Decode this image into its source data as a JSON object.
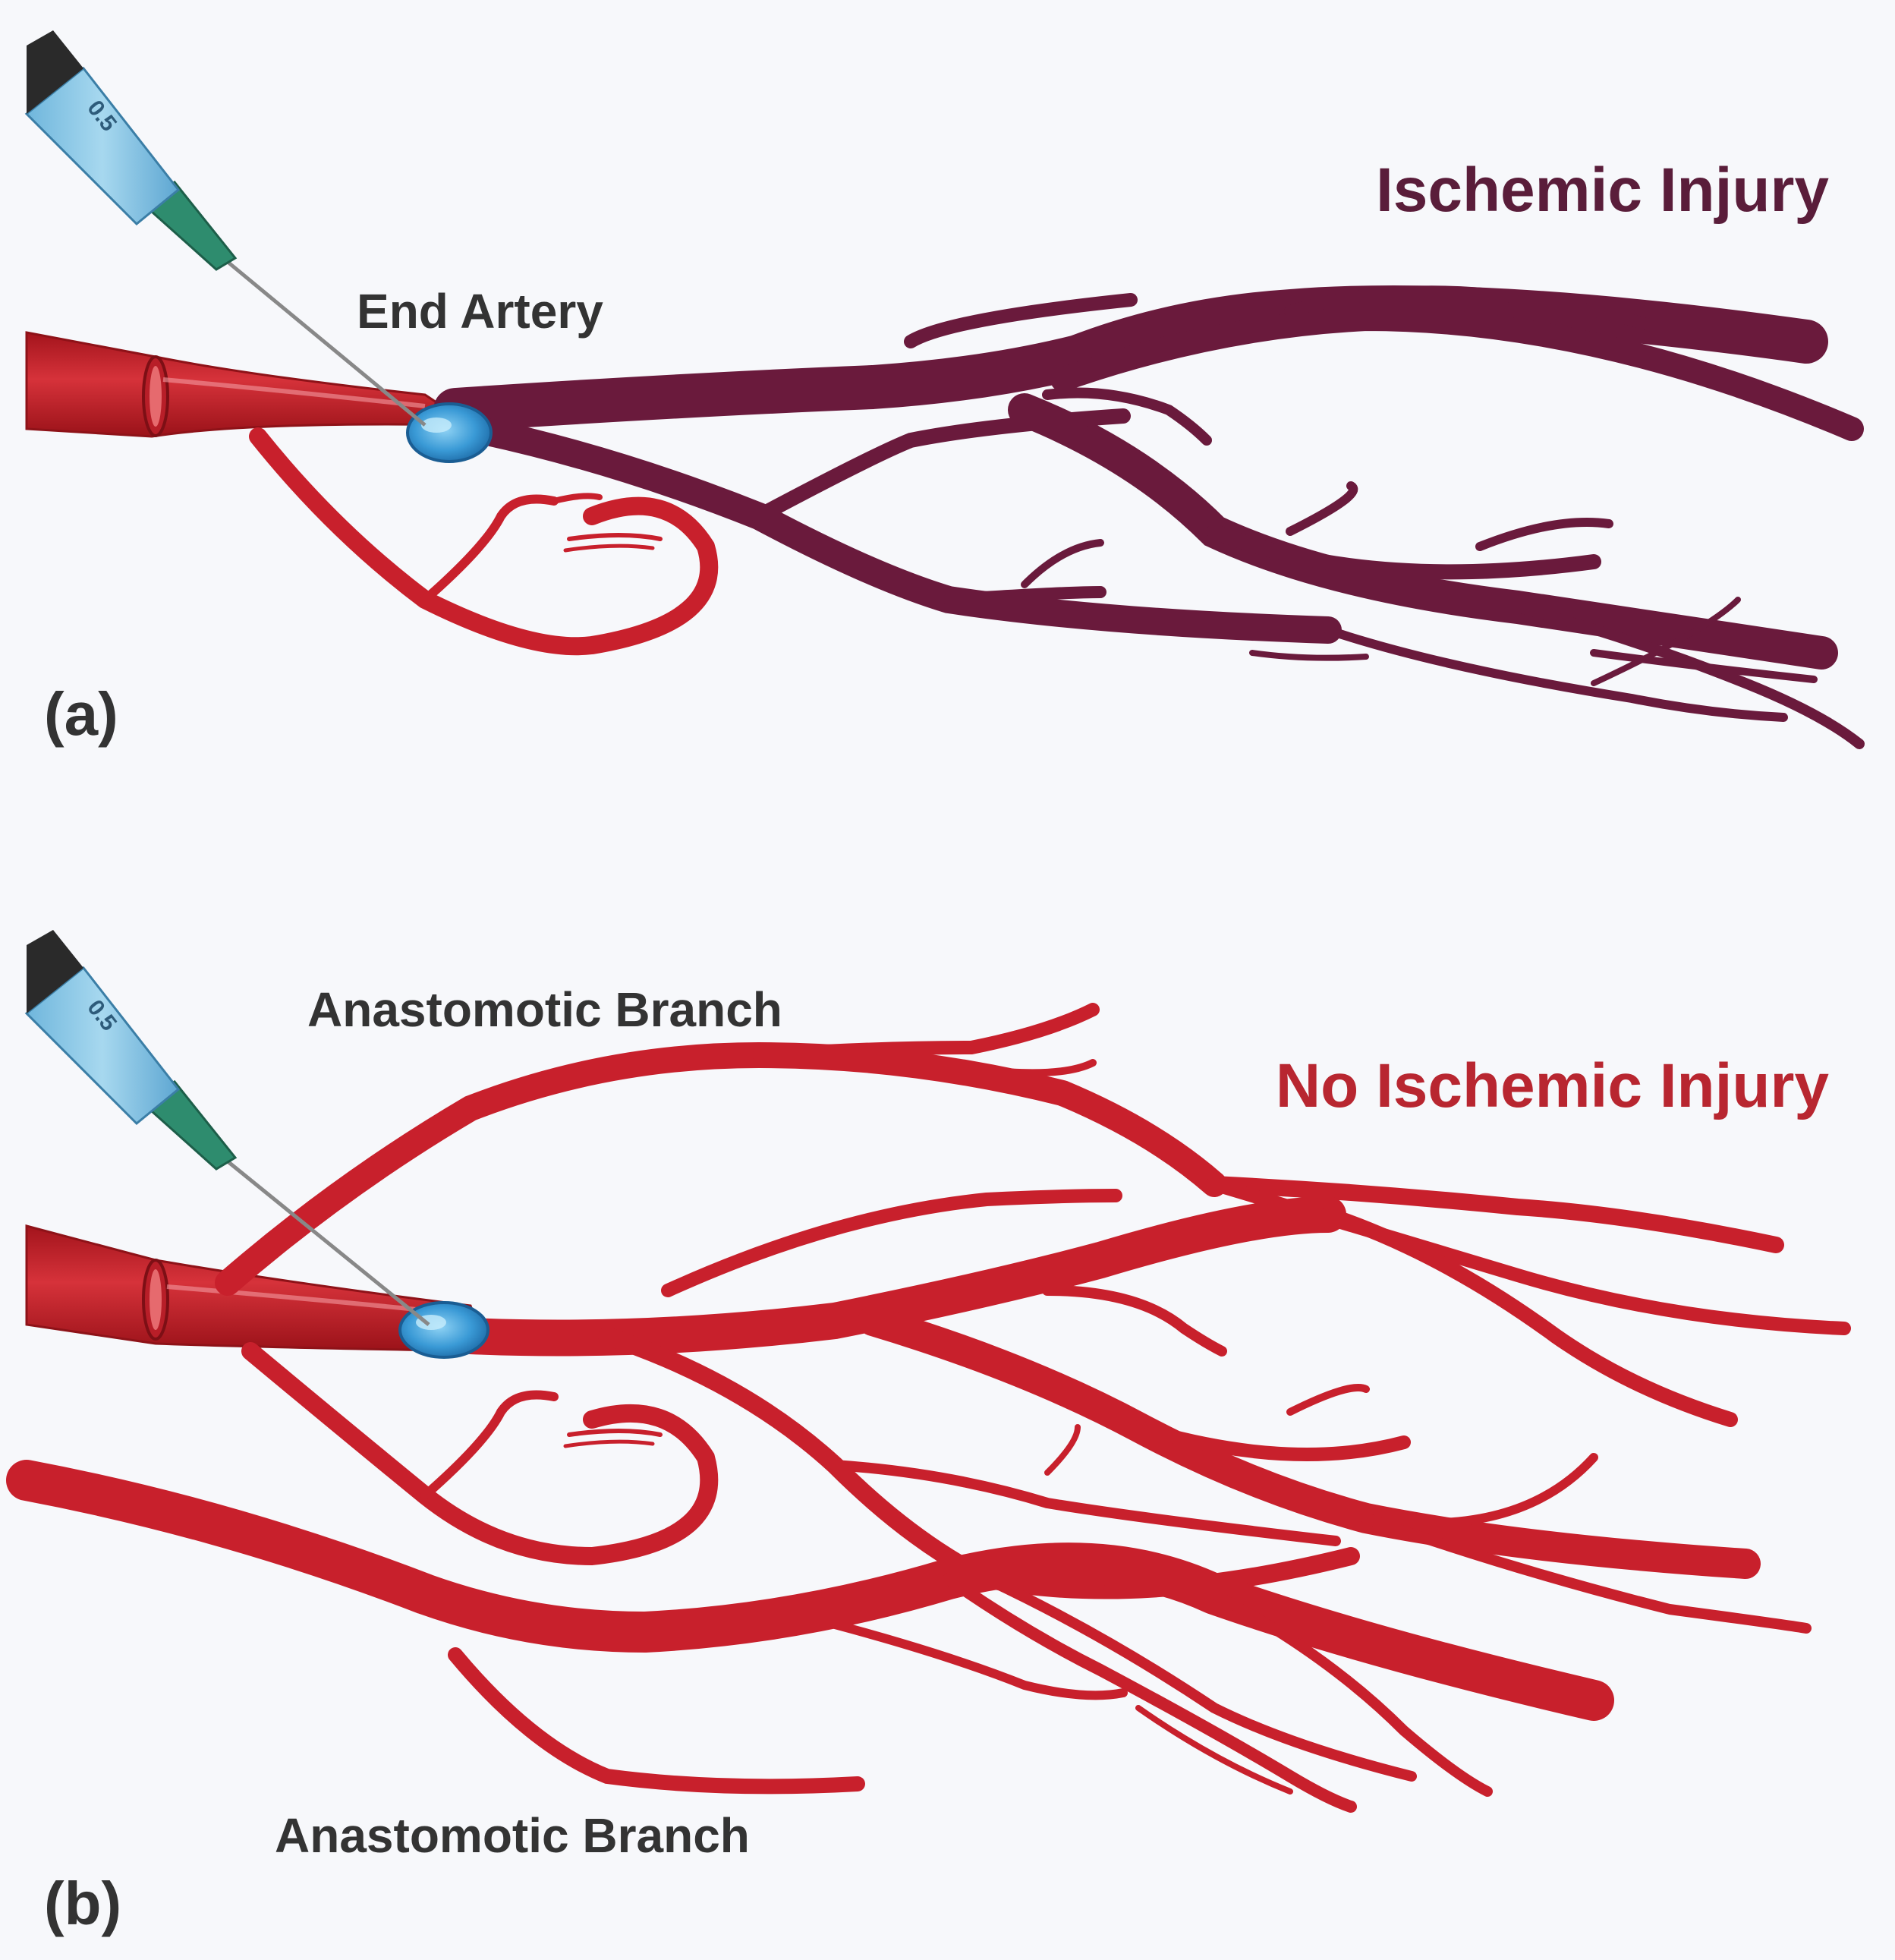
{
  "panel_a": {
    "letter": "(a)",
    "outcome_title": "Ischemic Injury",
    "vessel_label": "End Artery",
    "syringe_marking": "0.5"
  },
  "panel_b": {
    "letter": "(b)",
    "outcome_title": "No Ischemic Injury",
    "upper_branch_label": "Anastomotic Branch",
    "lower_branch_label": "Anastomotic Branch",
    "syringe_marking": "0.5"
  },
  "colors": {
    "background": "#f7f8fb",
    "artery_red": "#c8202c",
    "artery_dark": "#8e1218",
    "ischemic_purple": "#6a1a3c",
    "embolus_blue": "#3a9ad6",
    "syringe_blue": "#8cc8e6",
    "needle_hub_green": "#2e8c6e",
    "title_purple": "#5a1d3a",
    "title_red": "#b82630",
    "text_dark": "#333333"
  }
}
